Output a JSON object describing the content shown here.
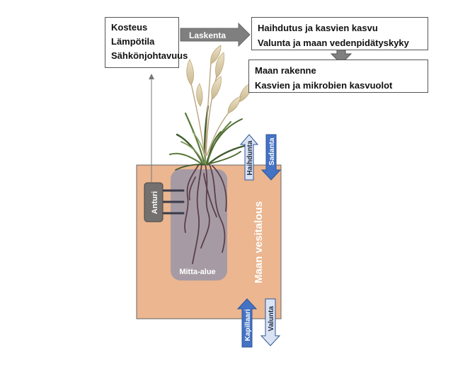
{
  "measured_box": {
    "lines": [
      "Kosteus",
      "Lämpötila",
      "Sähkönjohtavuus"
    ]
  },
  "calc_arrow": {
    "label": "Laskenta"
  },
  "processes_box": {
    "lines": [
      "Haihdutus  ja kasvien kasvu",
      "Valunta ja maan vedenpidätyskyky"
    ]
  },
  "structure_box": {
    "lines": [
      "Maan rakenne",
      "Kasvien ja mikrobien kasvuolot"
    ]
  },
  "soil": {
    "label": "Maan vesitalous"
  },
  "sensor": {
    "label": "Anturi"
  },
  "measurement_area": {
    "label": "Mitta-alue"
  },
  "flows": {
    "evaporation": "Haihdunta",
    "precipitation": "Sadanta",
    "capillary": "Kapillaari",
    "runoff": "Valunta"
  },
  "colors": {
    "soil": "#EBB690",
    "measurement_area": "#9E98A6",
    "sensor": "#757070",
    "calc_arrow": "#7F7F7F",
    "blue_arrow": "#4472C4",
    "light_arrow": "#DAE3F3",
    "root": "#5B3F4A"
  }
}
